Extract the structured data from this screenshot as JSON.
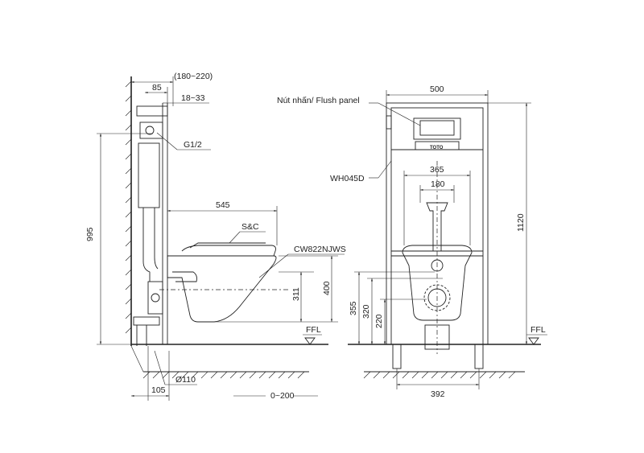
{
  "side_view": {
    "dims": {
      "range_180_220": "(180~220)",
      "d85": "85",
      "d18_33": "18~33",
      "g12": "G1/2",
      "d545": "545",
      "d995": "995",
      "d311": "311",
      "d400": "400",
      "dia110": "Ø110",
      "d105": "105",
      "d0_200": "0~200"
    },
    "labels": {
      "seat": "S&C",
      "model": "CW822NJWS",
      "ffl": "FFL"
    }
  },
  "front_view": {
    "dims": {
      "d500": "500",
      "d365": "365",
      "d180": "180",
      "d1120": "1120",
      "d355": "355",
      "d320": "320",
      "d220": "220",
      "d392": "392"
    },
    "labels": {
      "flush_panel": "Nút nhấn/ Flush panel",
      "frame_model": "WH045D",
      "ffl": "FFL",
      "brand": "TOTO"
    }
  }
}
